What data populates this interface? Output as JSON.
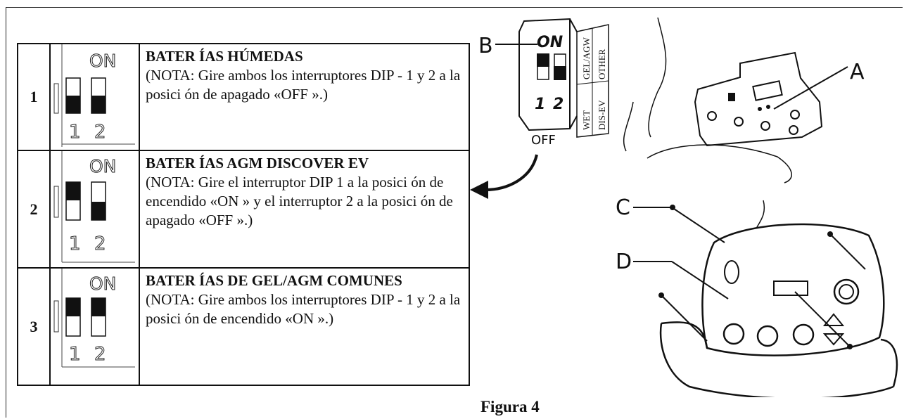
{
  "rows": [
    {
      "number": "1",
      "switch": {
        "on_label": "ON",
        "positions": [
          "1",
          "2"
        ],
        "switch1": "off",
        "switch2": "off"
      },
      "title": "BATER ÍAS HÚMEDAS",
      "note": "(NOTA: Gire ambos los interruptores DIP - 1 y 2 a la posici ón de apagado «OFF ».)"
    },
    {
      "number": "2",
      "switch": {
        "on_label": "ON",
        "positions": [
          "1",
          "2"
        ],
        "switch1": "on",
        "switch2": "off"
      },
      "title": "BATER ÍAS AGM DISCOVER EV",
      "note": "(NOTA: Gire el interruptor DIP 1 a la posici ón de encendido «ON » y el interruptor 2 a la posici ón de apagado «OFF ».)"
    },
    {
      "number": "3",
      "switch": {
        "on_label": "ON",
        "positions": [
          "1",
          "2"
        ],
        "switch1": "on",
        "switch2": "on"
      },
      "title": "BATER ÍAS DE GEL/AGM COMUNES",
      "note": "(NOTA: Gire ambos los interruptores DIP - 1 y 2 a la posici ón de encendido «ON ».)"
    }
  ],
  "figure": {
    "caption": "Figura 4",
    "callouts": {
      "a": "A",
      "b": "B",
      "c": "C",
      "d": "D"
    },
    "dip_block": {
      "on": "ON",
      "off": "OFF",
      "num1": "1",
      "num2": "2",
      "side_top": [
        "GEL/AGW",
        "OTHER"
      ],
      "side_bottom": [
        "WET",
        "DIS-EV"
      ]
    }
  }
}
